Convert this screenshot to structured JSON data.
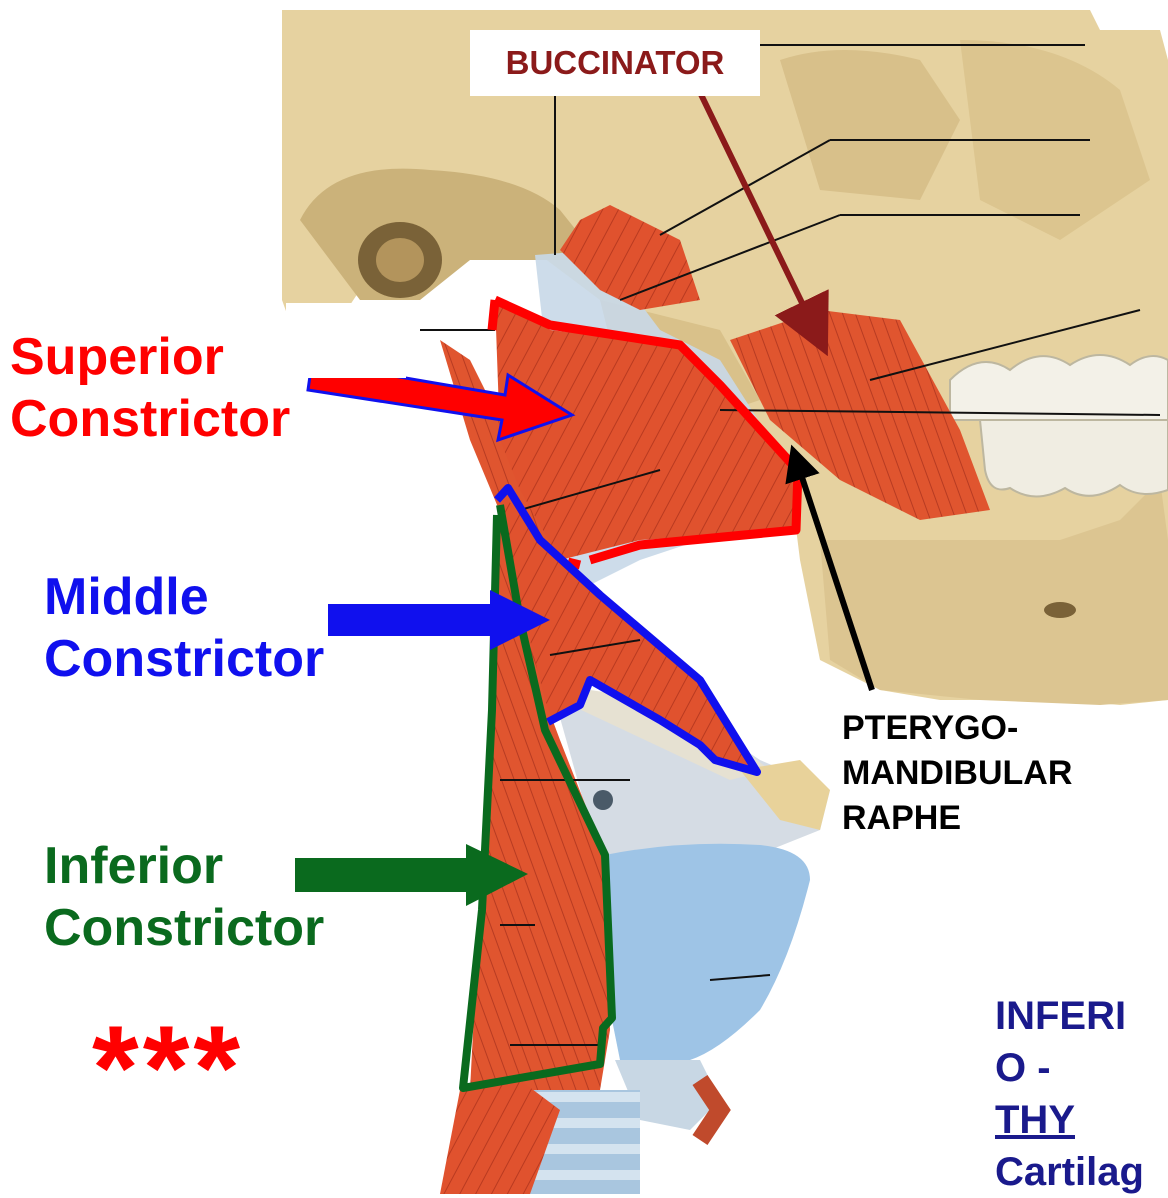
{
  "labels": {
    "buccinator": "BUCCINATOR",
    "superior": [
      "Superior",
      "Constrictor"
    ],
    "middle": [
      "Middle",
      "Constrictor"
    ],
    "inferior": [
      "Inferior",
      "Constrictor"
    ],
    "raphe": [
      "PTERYGO-",
      "MANDIBULAR",
      "RAPHE"
    ],
    "stars": "***",
    "note": {
      "line1": "INFERI",
      "line2_prefix": "O - ",
      "line2_link": "THY",
      "line3": "Cartilag"
    }
  },
  "colors": {
    "superior": "#ff0000",
    "middle": "#1010ee",
    "inferior": "#0a6a1e",
    "buccinator": "#8b1a1a",
    "raphe": "#000000",
    "note": "#1a1a8c",
    "muscle": "#e0522e",
    "bone": "#e8d5a6",
    "cartilage": "#9ec4e6"
  }
}
